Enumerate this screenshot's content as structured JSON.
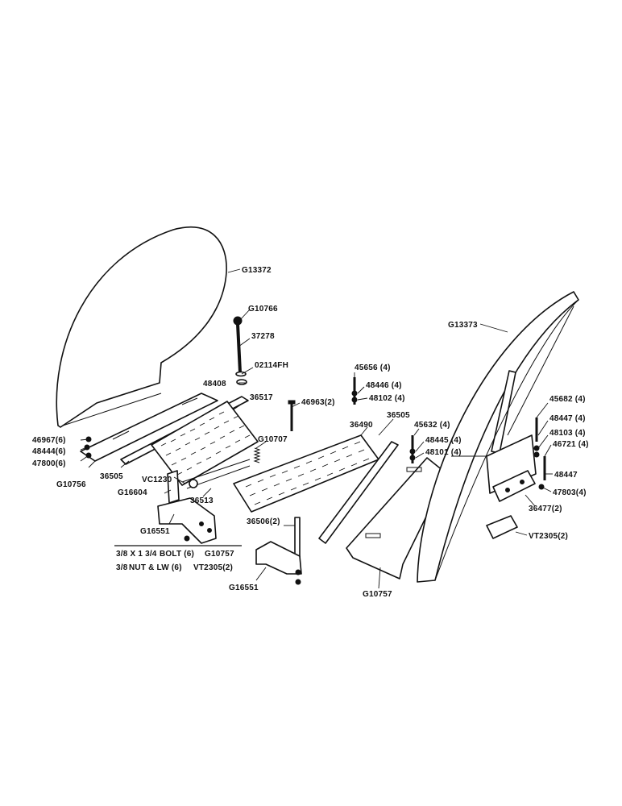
{
  "labels": {
    "g13372": "G13372",
    "g10766": "G10766",
    "p37278": "37278",
    "p02114fh": "02114FH",
    "p48408": "48408",
    "p36517": "36517",
    "p46963": "46963(2)",
    "g10707": "G10707",
    "p45656": "45656 (4)",
    "p48446": "48446 (4)",
    "p48102": "48102 (4)",
    "p36505b": "36505",
    "p36490": "36490",
    "p45632": "45632 (4)",
    "p48445": "48445 (4)",
    "p48101": "48101 (4)",
    "g13373": "G13373",
    "p45682": "45682 (4)",
    "p48447a": "48447 (4)",
    "p48103": "48103 (4)",
    "p46721": "46721 (4)",
    "p48447b": "48447",
    "p47803": "47803(4)",
    "p36477": "36477(2)",
    "vt2305b": "VT2305(2)",
    "p46967": "46967(6)",
    "p48444": "48444(6)",
    "p47800": "47800(6)",
    "g10756": "G10756",
    "p36505a": "36505",
    "vc1230": "VC1230",
    "g16604": "G16604",
    "p36513": "36513",
    "g16551a": "G16551",
    "p36506": "36506(2)",
    "g16551b": "G16551",
    "g10757b": "G10757"
  },
  "legend": {
    "row1_size": "3/8 X 1 3/4",
    "row1_item": "BOLT (6)",
    "row1_part": "G10757",
    "row2_size": "3/8",
    "row2_item": "NUT & LW  (6)",
    "row2_part": "VT2305(2)"
  }
}
